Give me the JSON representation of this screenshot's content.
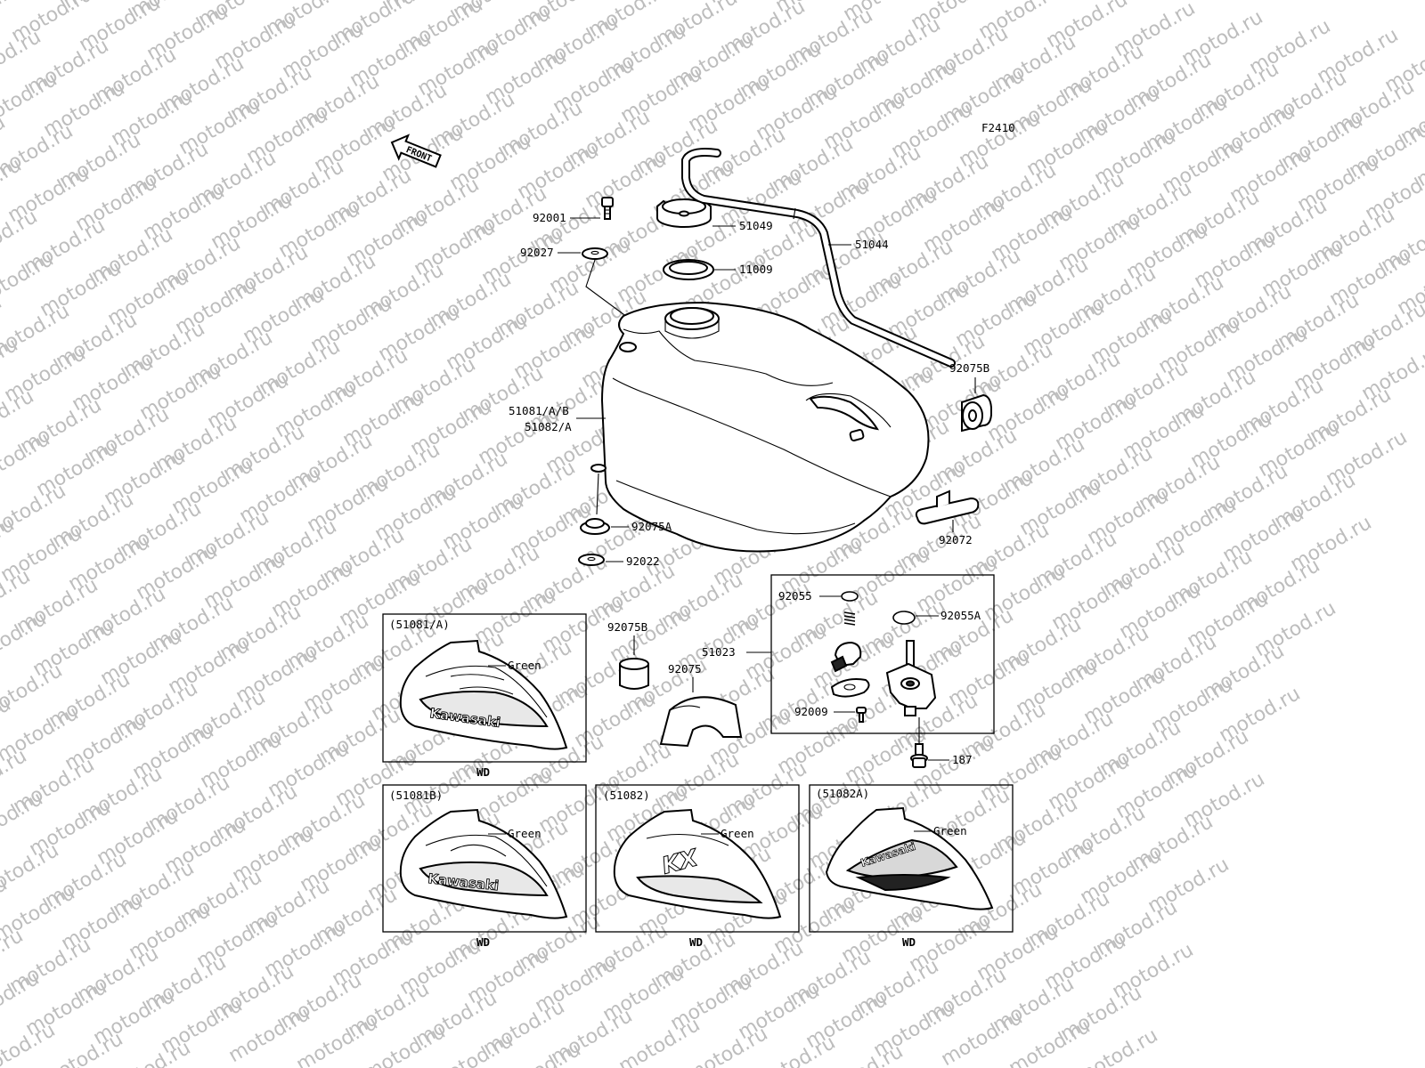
{
  "figure_code": "F2410",
  "front_label": "FRONT",
  "watermark": "motod.ru",
  "callouts": [
    {
      "id": "92001",
      "text": "92001"
    },
    {
      "id": "51049",
      "text": "51049"
    },
    {
      "id": "51044",
      "text": "51044"
    },
    {
      "id": "92027",
      "text": "92027"
    },
    {
      "id": "11009",
      "text": "11009"
    },
    {
      "id": "92075B",
      "text": "92075B"
    },
    {
      "id": "51081AB",
      "text": "51081/A/B"
    },
    {
      "id": "51082A",
      "text": "51082/A"
    },
    {
      "id": "92072",
      "text": "92072"
    },
    {
      "id": "92075A",
      "text": "92075A"
    },
    {
      "id": "92022",
      "text": "92022"
    },
    {
      "id": "92075B_2",
      "text": "92075B"
    },
    {
      "id": "92075",
      "text": "92075"
    },
    {
      "id": "51023",
      "text": "51023"
    },
    {
      "id": "92055",
      "text": "92055"
    },
    {
      "id": "92055A",
      "text": "92055A"
    },
    {
      "id": "92009",
      "text": "92009"
    },
    {
      "id": "187",
      "text": "187"
    }
  ],
  "variants": [
    {
      "title": "(51081/A)",
      "color": "Green",
      "brand": "Kawasaki",
      "code": "WD"
    },
    {
      "title": "(51081B)",
      "color": "Green",
      "brand": "Kawasaki",
      "code": "WD"
    },
    {
      "title": "(51082)",
      "color": "Green",
      "brand": "KX",
      "code": "WD"
    },
    {
      "title": "(51082A)",
      "color": "Green",
      "brand": "Kawasaki",
      "code": "WD"
    }
  ]
}
